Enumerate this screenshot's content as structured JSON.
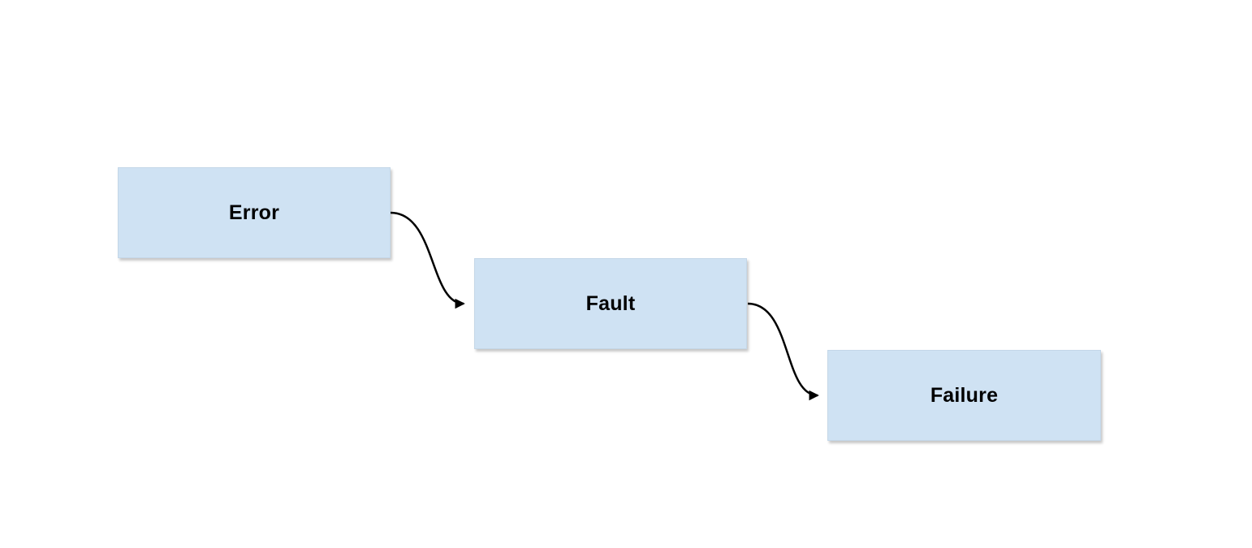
{
  "diagram": {
    "type": "flow",
    "nodes": [
      {
        "id": "error",
        "label": "Error"
      },
      {
        "id": "fault",
        "label": "Fault"
      },
      {
        "id": "failure",
        "label": "Failure"
      }
    ],
    "edges": [
      {
        "from": "error",
        "to": "fault",
        "style": "s-curve-arrow"
      },
      {
        "from": "fault",
        "to": "failure",
        "style": "s-curve-arrow"
      }
    ],
    "colors": {
      "background": "#ffffff",
      "node_fill": "#cfe2f3",
      "node_border": "#c4d7e8",
      "arrow": "#000000",
      "label_text": "#000000"
    }
  }
}
